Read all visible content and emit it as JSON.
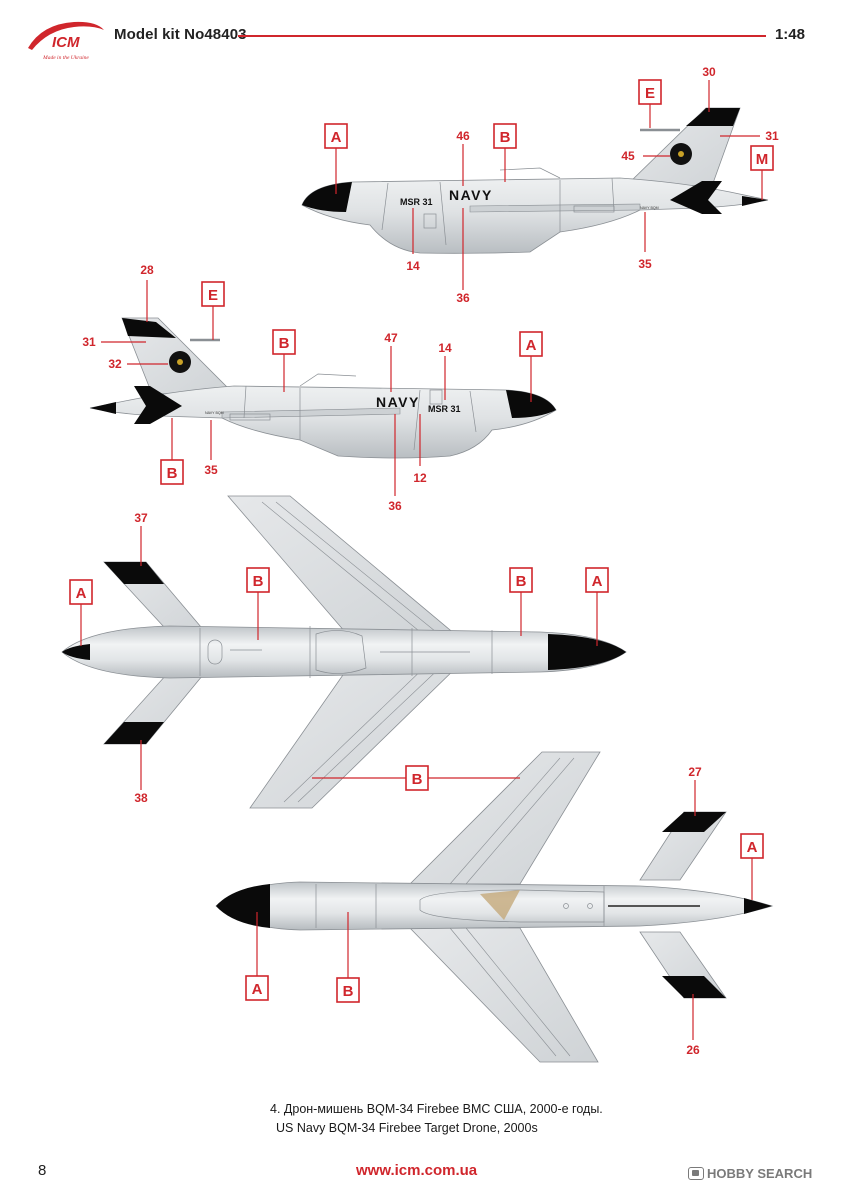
{
  "header": {
    "brand": "ICM",
    "brand_tagline": "Made in the Ukraine",
    "model_kit": "Model kit No48403",
    "scale": "1:48"
  },
  "markings": {
    "navy": "NAVY",
    "serial": "MSR 31"
  },
  "labels": {
    "a": "A",
    "b": "B",
    "e": "E",
    "m": "M",
    "n12": "12",
    "n14": "14",
    "n26": "26",
    "n27": "27",
    "n28": "28",
    "n30": "30",
    "n31": "31",
    "n32": "32",
    "n35": "35",
    "n36": "36",
    "n37": "37",
    "n38": "38",
    "n45": "45",
    "n46": "46",
    "n47": "47"
  },
  "colors": {
    "accent_red": "#d0262c",
    "fuselage_grey": "#dcdfe1",
    "panel_line": "#8a8f94",
    "tip_black": "#0a0a0a"
  },
  "caption": {
    "ru": "4. Дрон-мишень BQM-34 Firebee ВМС США, 2000-е годы.",
    "en": "US Navy BQM-34 Firebee Target Drone, 2000s"
  },
  "footer": {
    "page_number": "8",
    "website": "www.icm.com.ua",
    "watermark": "HOBBY SEARCH"
  }
}
